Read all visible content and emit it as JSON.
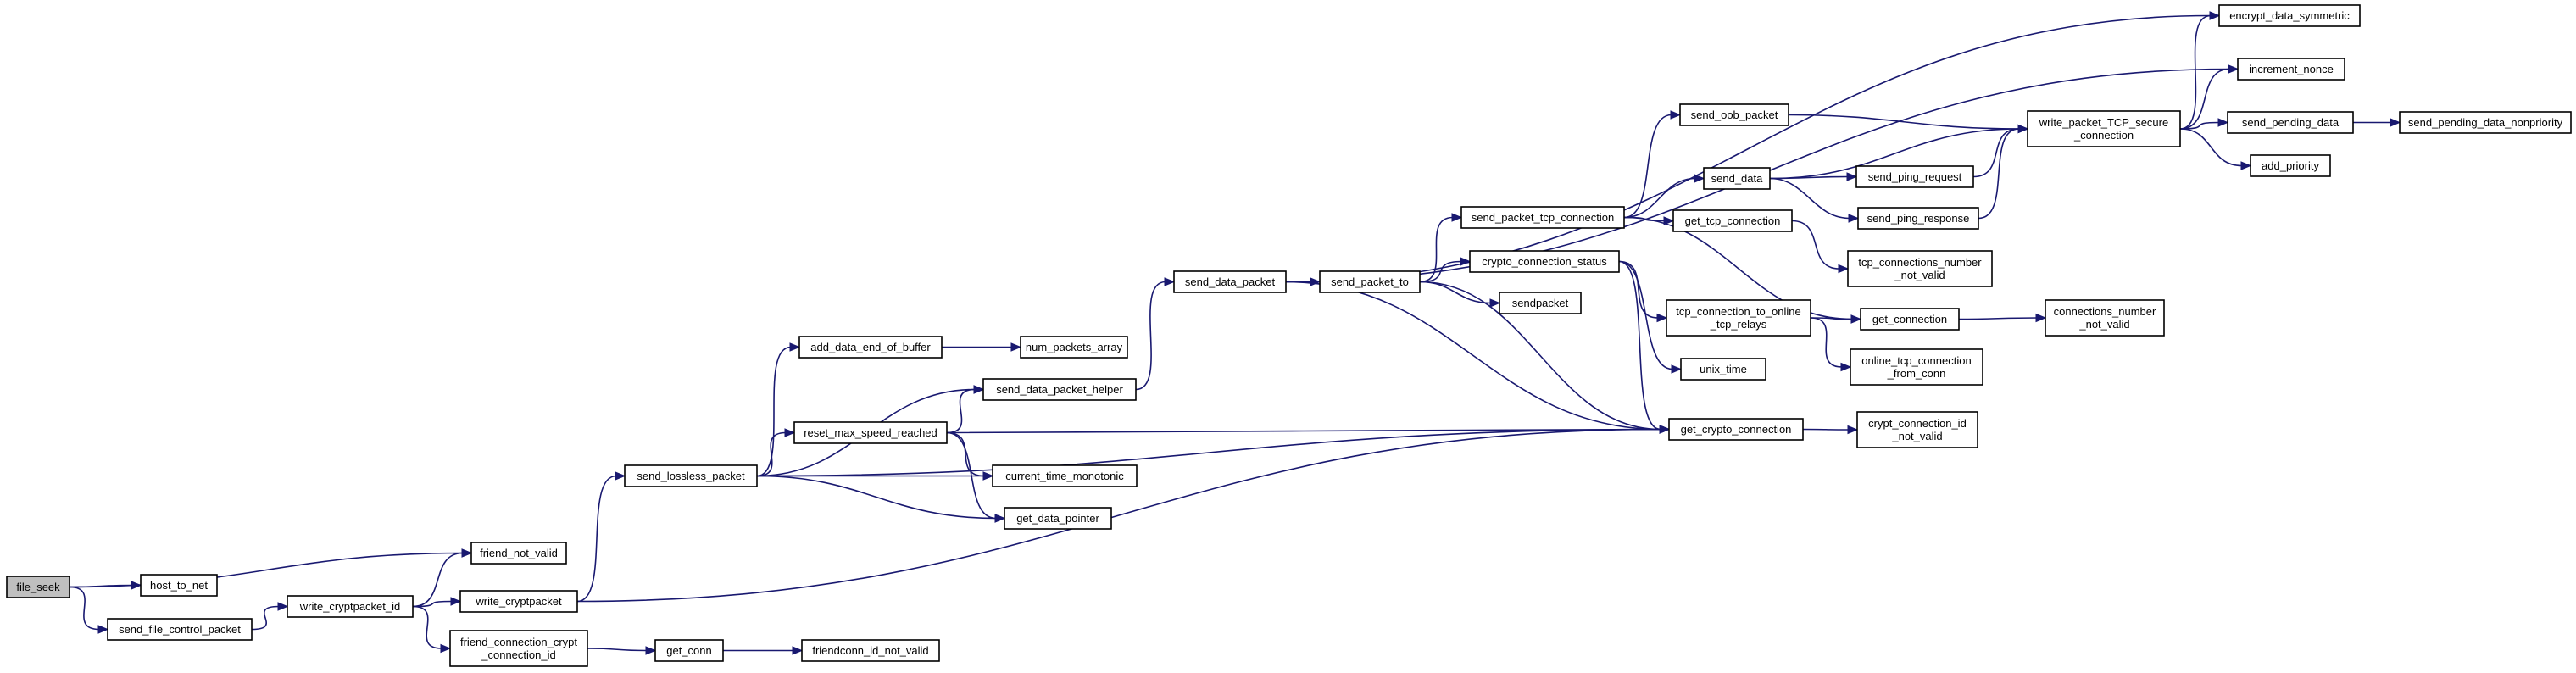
{
  "diagram": {
    "title": "",
    "colors": {
      "edge": "#191970",
      "node_fill": "#ffffff",
      "root_fill": "#bfbfbf",
      "border": "#000000"
    },
    "nodes": [
      {
        "id": "file_seek",
        "lines": [
          "file_seek"
        ],
        "root": true
      },
      {
        "id": "friend_not_valid",
        "lines": [
          "friend_not_valid"
        ]
      },
      {
        "id": "host_to_net",
        "lines": [
          "host_to_net"
        ]
      },
      {
        "id": "send_file_control_packet",
        "lines": [
          "send_file_control_packet"
        ]
      },
      {
        "id": "write_cryptpacket_id",
        "lines": [
          "write_cryptpacket_id"
        ]
      },
      {
        "id": "write_cryptpacket",
        "lines": [
          "write_cryptpacket"
        ]
      },
      {
        "id": "friend_connection_crypt_connection_id",
        "lines": [
          "friend_connection_crypt",
          "_connection_id"
        ]
      },
      {
        "id": "get_conn",
        "lines": [
          "get_conn"
        ]
      },
      {
        "id": "friendconn_id_not_valid",
        "lines": [
          "friendconn_id_not_valid"
        ]
      },
      {
        "id": "send_lossless_packet",
        "lines": [
          "send_lossless_packet"
        ]
      },
      {
        "id": "add_data_end_of_buffer",
        "lines": [
          "add_data_end_of_buffer"
        ]
      },
      {
        "id": "send_data_packet_helper",
        "lines": [
          "send_data_packet_helper"
        ]
      },
      {
        "id": "reset_max_speed_reached",
        "lines": [
          "reset_max_speed_reached"
        ]
      },
      {
        "id": "current_time_monotonic",
        "lines": [
          "current_time_monotonic"
        ]
      },
      {
        "id": "get_data_pointer",
        "lines": [
          "get_data_pointer"
        ]
      },
      {
        "id": "num_packets_array",
        "lines": [
          "num_packets_array"
        ]
      },
      {
        "id": "send_data_packet",
        "lines": [
          "send_data_packet"
        ]
      },
      {
        "id": "send_packet_to",
        "lines": [
          "send_packet_to"
        ]
      },
      {
        "id": "get_crypto_connection",
        "lines": [
          "get_crypto_connection"
        ]
      },
      {
        "id": "crypt_connection_id_not_valid",
        "lines": [
          "crypt_connection_id",
          "_not_valid"
        ]
      },
      {
        "id": "send_packet_tcp_connection",
        "lines": [
          "send_packet_tcp_connection"
        ]
      },
      {
        "id": "crypto_connection_status",
        "lines": [
          "crypto_connection_status"
        ]
      },
      {
        "id": "sendpacket",
        "lines": [
          "sendpacket"
        ]
      },
      {
        "id": "send_oob_packet",
        "lines": [
          "send_oob_packet"
        ]
      },
      {
        "id": "send_data",
        "lines": [
          "send_data"
        ]
      },
      {
        "id": "get_tcp_connection",
        "lines": [
          "get_tcp_connection"
        ]
      },
      {
        "id": "get_connection",
        "lines": [
          "get_connection"
        ]
      },
      {
        "id": "tcp_connection_to_online_tcp_relays",
        "lines": [
          "tcp_connection_to_online",
          "_tcp_relays"
        ]
      },
      {
        "id": "unix_time",
        "lines": [
          "unix_time"
        ]
      },
      {
        "id": "online_tcp_connection_from_conn",
        "lines": [
          "online_tcp_connection",
          "_from_conn"
        ]
      },
      {
        "id": "tcp_connections_number_not_valid",
        "lines": [
          "tcp_connections_number",
          "_not_valid"
        ]
      },
      {
        "id": "send_ping_request",
        "lines": [
          "send_ping_request"
        ]
      },
      {
        "id": "send_ping_response",
        "lines": [
          "send_ping_response"
        ]
      },
      {
        "id": "connections_number_not_valid",
        "lines": [
          "connections_number",
          "_not_valid"
        ]
      },
      {
        "id": "write_packet_TCP_secure_connection",
        "lines": [
          "write_packet_TCP_secure",
          "_connection"
        ]
      },
      {
        "id": "encrypt_data_symmetric",
        "lines": [
          "encrypt_data_symmetric"
        ]
      },
      {
        "id": "increment_nonce",
        "lines": [
          "increment_nonce"
        ]
      },
      {
        "id": "send_pending_data",
        "lines": [
          "send_pending_data"
        ]
      },
      {
        "id": "send_pending_data_nonpriority",
        "lines": [
          "send_pending_data_nonpriority"
        ]
      },
      {
        "id": "add_priority",
        "lines": [
          "add_priority"
        ]
      }
    ],
    "edges": [
      [
        "file_seek",
        "friend_not_valid"
      ],
      [
        "file_seek",
        "host_to_net"
      ],
      [
        "file_seek",
        "send_file_control_packet"
      ],
      [
        "send_file_control_packet",
        "write_cryptpacket_id"
      ],
      [
        "write_cryptpacket_id",
        "friend_not_valid"
      ],
      [
        "write_cryptpacket_id",
        "write_cryptpacket"
      ],
      [
        "write_cryptpacket_id",
        "friend_connection_crypt_connection_id"
      ],
      [
        "friend_connection_crypt_connection_id",
        "get_conn"
      ],
      [
        "get_conn",
        "friendconn_id_not_valid"
      ],
      [
        "write_cryptpacket",
        "send_lossless_packet"
      ],
      [
        "write_cryptpacket",
        "get_crypto_connection"
      ],
      [
        "send_lossless_packet",
        "add_data_end_of_buffer"
      ],
      [
        "send_lossless_packet",
        "send_data_packet_helper"
      ],
      [
        "send_lossless_packet",
        "reset_max_speed_reached"
      ],
      [
        "send_lossless_packet",
        "current_time_monotonic"
      ],
      [
        "send_lossless_packet",
        "get_data_pointer"
      ],
      [
        "send_lossless_packet",
        "get_crypto_connection"
      ],
      [
        "add_data_end_of_buffer",
        "num_packets_array"
      ],
      [
        "reset_max_speed_reached",
        "send_data_packet_helper"
      ],
      [
        "reset_max_speed_reached",
        "current_time_monotonic"
      ],
      [
        "reset_max_speed_reached",
        "get_data_pointer"
      ],
      [
        "reset_max_speed_reached",
        "get_crypto_connection"
      ],
      [
        "send_data_packet_helper",
        "send_data_packet"
      ],
      [
        "send_data_packet",
        "send_packet_to"
      ],
      [
        "send_data_packet",
        "encrypt_data_symmetric"
      ],
      [
        "send_data_packet",
        "increment_nonce"
      ],
      [
        "send_data_packet",
        "get_crypto_connection"
      ],
      [
        "send_packet_to",
        "send_packet_tcp_connection"
      ],
      [
        "send_packet_to",
        "crypto_connection_status"
      ],
      [
        "send_packet_to",
        "sendpacket"
      ],
      [
        "send_packet_to",
        "get_crypto_connection"
      ],
      [
        "crypto_connection_status",
        "tcp_connection_to_online_tcp_relays"
      ],
      [
        "crypto_connection_status",
        "unix_time"
      ],
      [
        "crypto_connection_status",
        "get_crypto_connection"
      ],
      [
        "tcp_connection_to_online_tcp_relays",
        "get_connection"
      ],
      [
        "tcp_connection_to_online_tcp_relays",
        "online_tcp_connection_from_conn"
      ],
      [
        "send_packet_tcp_connection",
        "send_oob_packet"
      ],
      [
        "send_packet_tcp_connection",
        "send_data"
      ],
      [
        "send_packet_tcp_connection",
        "get_tcp_connection"
      ],
      [
        "send_packet_tcp_connection",
        "get_connection"
      ],
      [
        "get_tcp_connection",
        "tcp_connections_number_not_valid"
      ],
      [
        "get_connection",
        "connections_number_not_valid"
      ],
      [
        "send_oob_packet",
        "write_packet_TCP_secure_connection"
      ],
      [
        "send_data",
        "send_ping_request"
      ],
      [
        "send_data",
        "send_ping_response"
      ],
      [
        "send_data",
        "write_packet_TCP_secure_connection"
      ],
      [
        "send_ping_request",
        "write_packet_TCP_secure_connection"
      ],
      [
        "send_ping_response",
        "write_packet_TCP_secure_connection"
      ],
      [
        "write_packet_TCP_secure_connection",
        "encrypt_data_symmetric"
      ],
      [
        "write_packet_TCP_secure_connection",
        "increment_nonce"
      ],
      [
        "write_packet_TCP_secure_connection",
        "send_pending_data"
      ],
      [
        "write_packet_TCP_secure_connection",
        "add_priority"
      ],
      [
        "send_pending_data",
        "send_pending_data_nonpriority"
      ],
      [
        "get_crypto_connection",
        "crypt_connection_id_not_valid"
      ]
    ]
  }
}
